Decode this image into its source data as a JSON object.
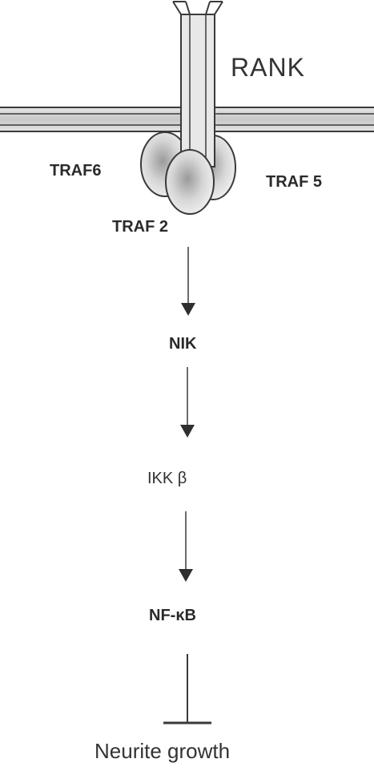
{
  "diagram": {
    "receptor": "RANK",
    "adaptors": {
      "left": "TRAF6",
      "right": "TRAF 5",
      "center": "TRAF 2"
    },
    "steps": [
      "NIK",
      "IKK β",
      "NF-κB"
    ],
    "outcome": "Neurite growth",
    "colors": {
      "line": "#3a3a3a",
      "membrane_fill": "#d0d0d0",
      "text": "#2a2a2a"
    }
  }
}
